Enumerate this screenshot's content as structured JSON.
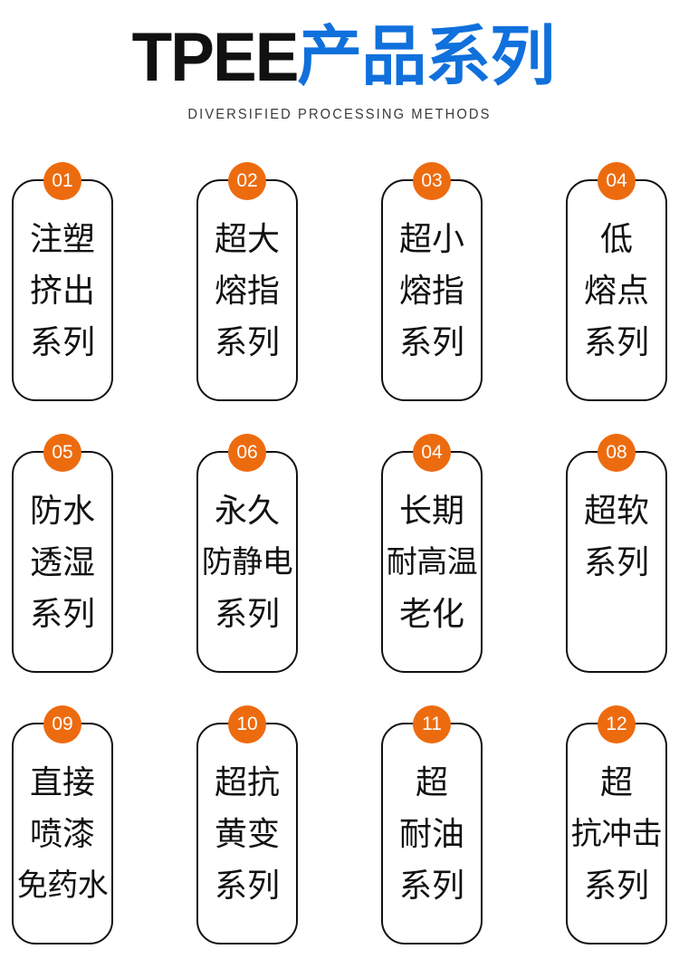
{
  "header": {
    "title_en": "TPEE",
    "title_cn": "产品系列",
    "subtitle": "DIVERSIFIED PROCESSING METHODS",
    "accent_blue": "#1070DC",
    "accent_orange": "#ED6B0F",
    "text_black": "#111111"
  },
  "grid": {
    "rows": 3,
    "columns": 4,
    "cards": [
      {
        "number": "01",
        "lines": [
          "注塑",
          "挤出",
          "系列"
        ]
      },
      {
        "number": "02",
        "lines": [
          "超大",
          "熔指",
          "系列"
        ]
      },
      {
        "number": "03",
        "lines": [
          "超小",
          "熔指",
          "系列"
        ]
      },
      {
        "number": "04",
        "lines": [
          "低",
          "熔点",
          "系列"
        ]
      },
      {
        "number": "05",
        "lines": [
          "防水",
          "透湿",
          "系列"
        ]
      },
      {
        "number": "06",
        "lines": [
          "永久",
          "防静电",
          "系列"
        ]
      },
      {
        "number": "04",
        "lines": [
          "长期",
          "耐高温",
          "老化"
        ]
      },
      {
        "number": "08",
        "lines": [
          "超软",
          "系列"
        ]
      },
      {
        "number": "09",
        "lines": [
          "直接",
          "喷漆",
          "免药水"
        ]
      },
      {
        "number": "10",
        "lines": [
          "超抗",
          "黄变",
          "系列"
        ]
      },
      {
        "number": "11",
        "lines": [
          "超",
          "耐油",
          "系列"
        ]
      },
      {
        "number": "12",
        "lines": [
          "超",
          "抗冲击",
          "系列"
        ]
      }
    ]
  }
}
